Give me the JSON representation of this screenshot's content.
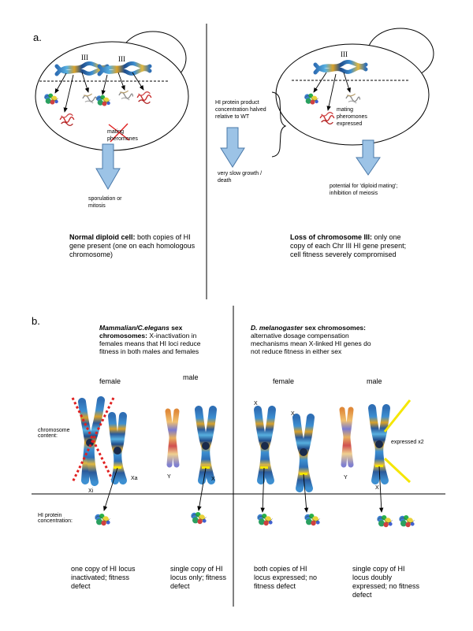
{
  "panel_a": {
    "label": "a.",
    "chr_label": "III",
    "left_crossed_text": "mating pheromones",
    "left_outcome": "sporulation or mitosis",
    "left_caption_bold": "Normal diploid cell:",
    "left_caption_rest": "both copies of HI gene present (one on each homologous chromosome)",
    "middle_note": "HI protein product concentration halved relative to WT",
    "middle_outcome": "very slow growth / death",
    "right_pheromones": "mating pheromones expressed",
    "right_outcome": "potential for 'diploid mating'; inhibition of meiosis",
    "right_caption_bold": "Loss of chromosome III:",
    "right_caption_rest": "only one copy of each Chr III HI gene present; cell fitness severely compromised"
  },
  "panel_b": {
    "label": "b.",
    "left_title_bi": "Mammalian/C.elegans",
    "left_title_b1": "sex",
    "left_title_b2": "chromosomes:",
    "left_title_rest": "X-inactivation in females means that HI loci reduce fitness in both males and females",
    "right_title_bi": "D. melanogaster",
    "right_title_b": "sex chromosomes:",
    "right_title_rest": "alternative dosage compensation mechanisms mean X-linked HI genes do not reduce fitness in either sex",
    "female": "female",
    "male": "male",
    "row_chromosome": "chromosome content:",
    "row_protein": "HI protein concentration:",
    "label_xi": "Xi",
    "label_xa": "Xa",
    "label_x": "X",
    "label_y": "Y",
    "expressed": "expressed x2",
    "cap1": "one copy of HI locus inactivated; fitness defect",
    "cap2": "single copy of HI locus only; fitness defect",
    "cap3": "both copies of HI locus expressed; no fitness defect",
    "cap4": "single copy of HI locus doubly expressed; no fitness defect"
  },
  "colors": {
    "arrow_fill": "#9cc3e6",
    "arrow_stroke": "#4a78a8",
    "cross": "#e02020",
    "yellow_bar": "#f5e600",
    "chromosome_blue": "#2f6fb5",
    "chromosome_gold": "#d8a12a"
  }
}
